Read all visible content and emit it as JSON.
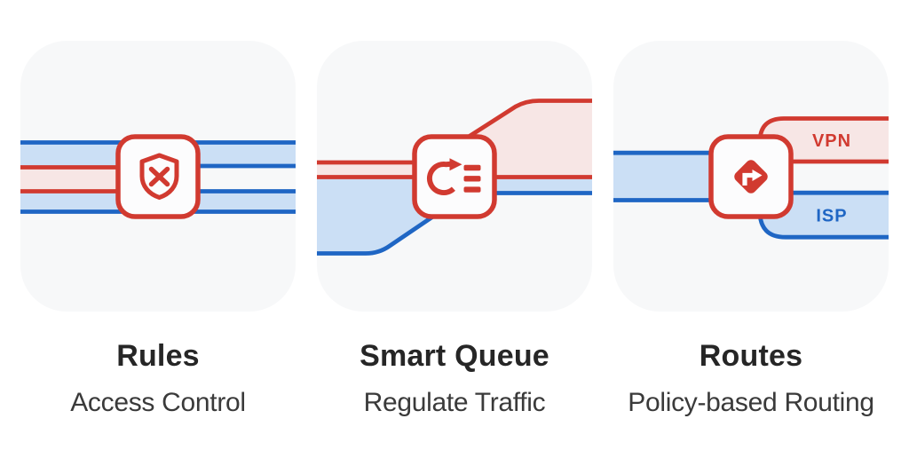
{
  "page": {
    "background": "#FFFFFF",
    "description": "Three feature cards with network traffic illustrations"
  },
  "cards": [
    {
      "id": "rules",
      "title": "Rules",
      "subtitle": "Access Control",
      "icon": "shield-x-icon",
      "illustration": "three traffic lanes; middle red lane blocked at shield, blue lanes pass through"
    },
    {
      "id": "smart-queue",
      "title": "Smart Queue",
      "subtitle": "Regulate Traffic",
      "icon": "queue-reorder-icon",
      "illustration": "wide blue flow narrowed and narrow red flow widened through queue node"
    },
    {
      "id": "routes",
      "title": "Routes",
      "subtitle": "Policy-based Routing",
      "icon": "turn-right-diamond-icon",
      "labels": {
        "vpn": "VPN",
        "isp": "ISP"
      },
      "illustration": "single blue flow split into VPN (red) and ISP (blue) pipes"
    }
  ],
  "colors": {
    "red_stroke": "#D13A30",
    "pink_fill": "#F7E6E5",
    "blue_stroke": "#1F66C4",
    "light_blue_fill": "#CBDFF5",
    "card_background": "#F7F8F9",
    "icon_box_background": "#FCFCFD",
    "title_text": "#262626",
    "subtitle_text": "#3A3A3A",
    "vpn_label_text": "#D13A30",
    "isp_label_text": "#1F66C4"
  }
}
